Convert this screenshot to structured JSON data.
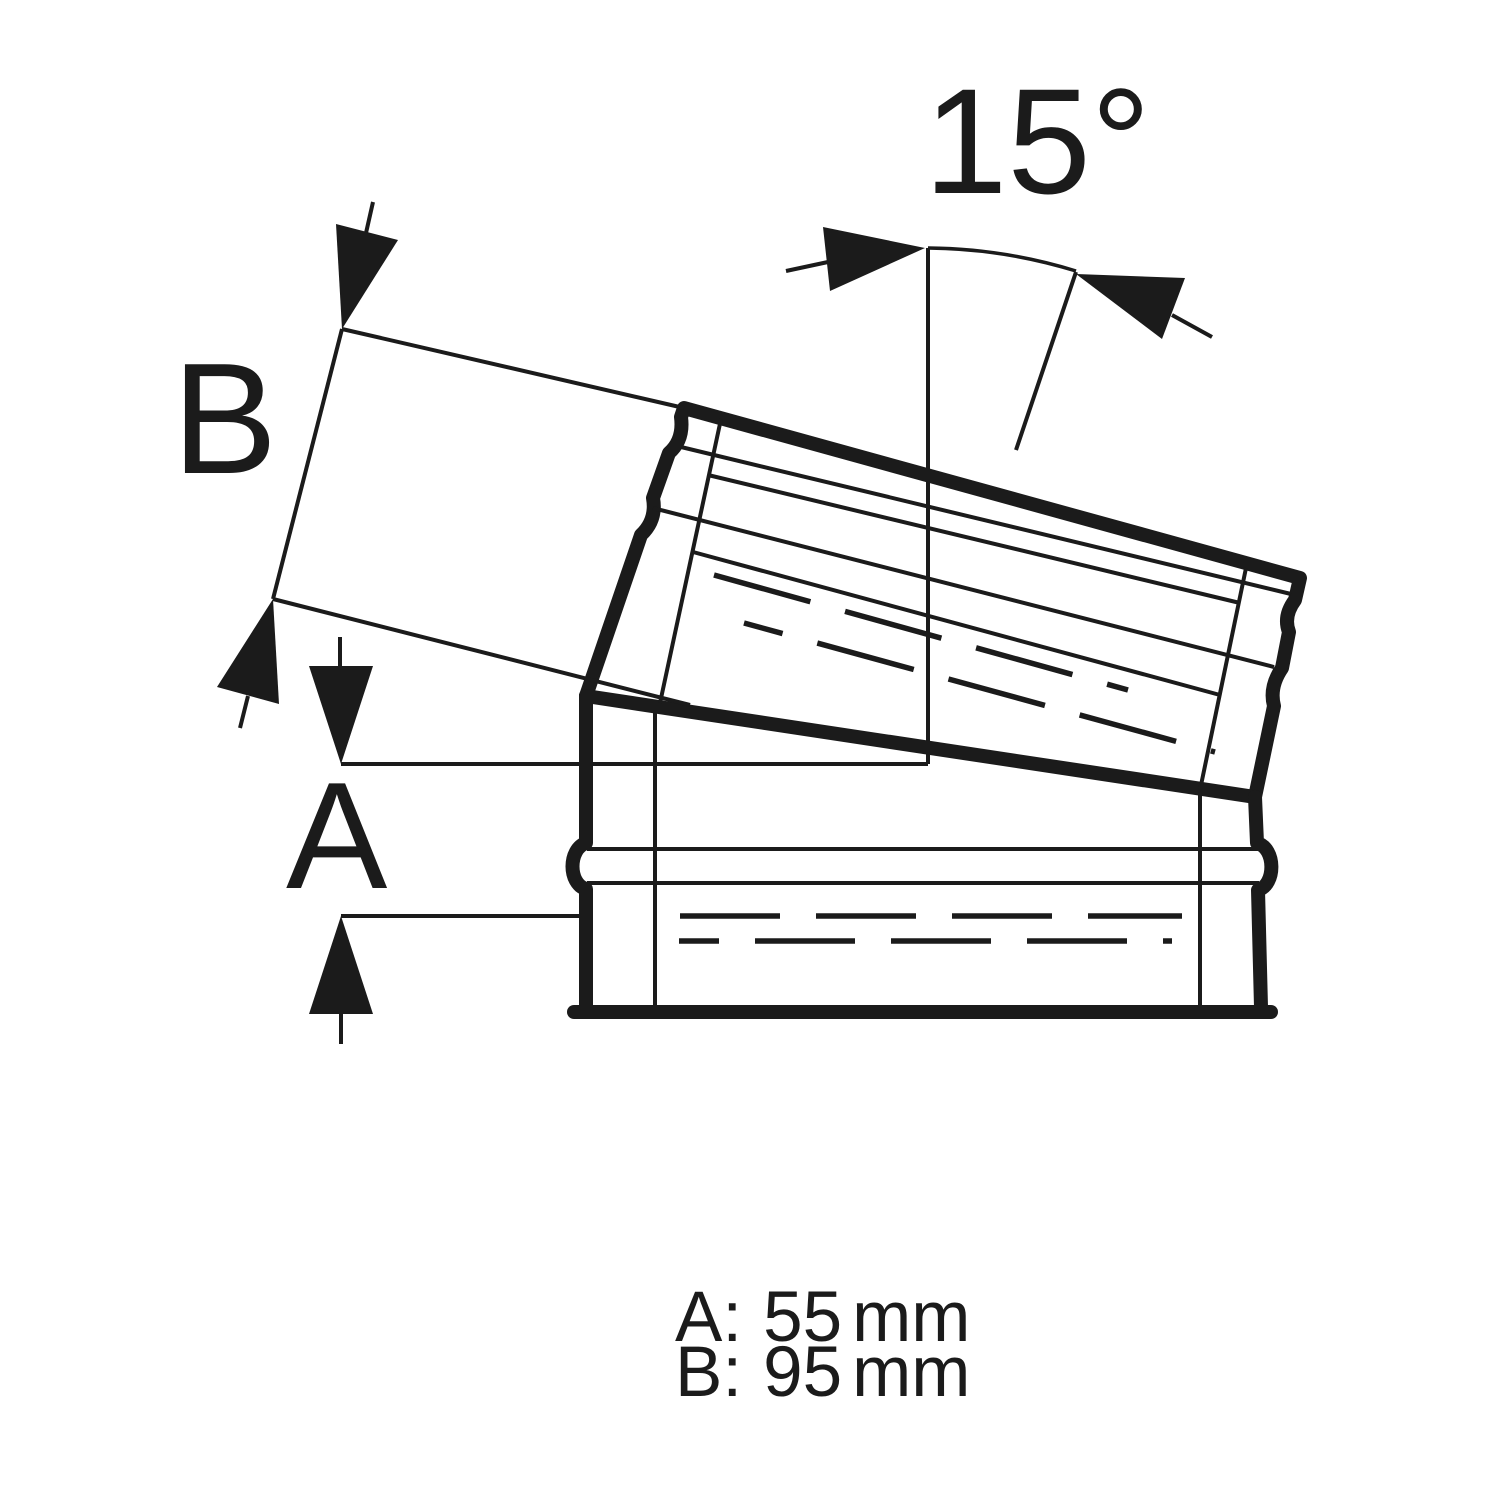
{
  "figure": {
    "title": "15-degree pipe bend fitting technical drawing",
    "angle_label": "15°",
    "dim_b_label": "B",
    "dim_a_label": "A"
  },
  "dimensions": {
    "rows": [
      {
        "label": "A:",
        "value": "55",
        "unit": "mm"
      },
      {
        "label": "B:",
        "value": "95",
        "unit": "mm"
      }
    ]
  },
  "colors": {
    "line": "#1b1b1b",
    "background": "#ffffff"
  }
}
